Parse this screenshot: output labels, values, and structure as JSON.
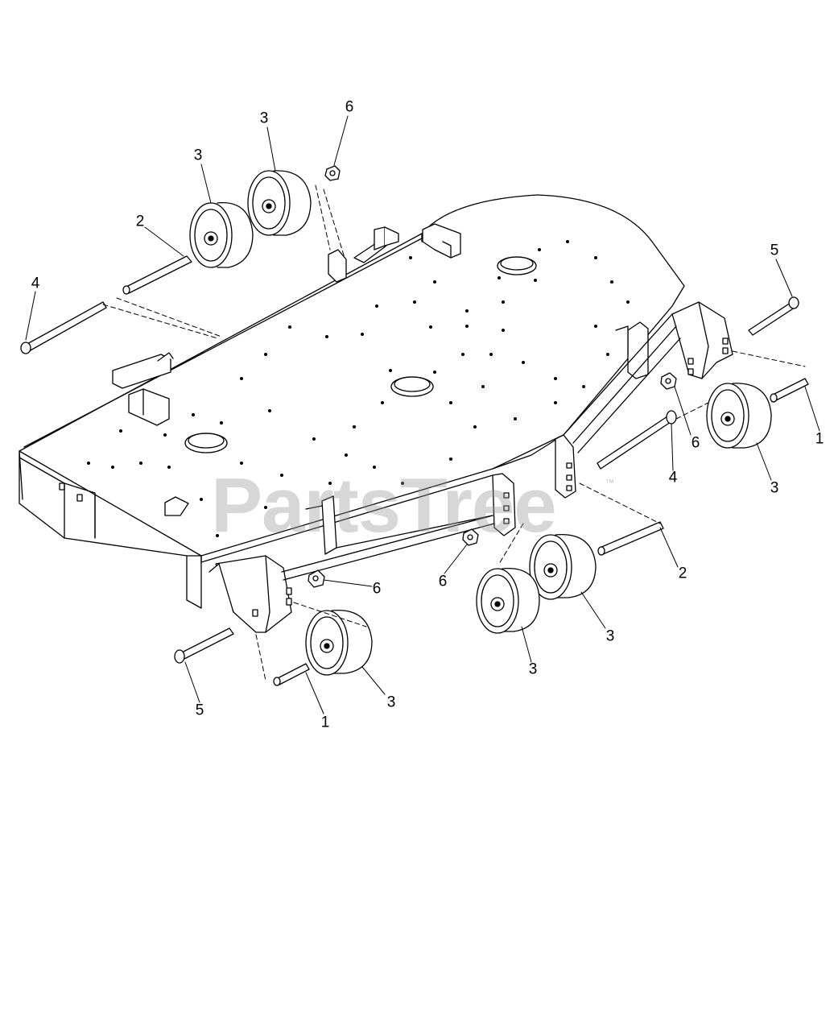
{
  "watermark": {
    "text": "PartsTree",
    "tm": "™",
    "color": "#9a9a9a"
  },
  "callouts": [
    {
      "id": "a",
      "label": "6"
    },
    {
      "id": "b",
      "label": "3"
    },
    {
      "id": "c",
      "label": "3"
    },
    {
      "id": "d",
      "label": "2"
    },
    {
      "id": "e",
      "label": "4"
    },
    {
      "id": "f",
      "label": "5"
    },
    {
      "id": "g",
      "label": "1"
    },
    {
      "id": "h",
      "label": "6"
    },
    {
      "id": "i",
      "label": "4"
    },
    {
      "id": "j",
      "label": "3"
    },
    {
      "id": "k",
      "label": "2"
    },
    {
      "id": "l",
      "label": "6"
    },
    {
      "id": "m",
      "label": "6"
    },
    {
      "id": "n",
      "label": "3"
    },
    {
      "id": "o",
      "label": "3"
    },
    {
      "id": "p",
      "label": "3"
    },
    {
      "id": "q",
      "label": "1"
    },
    {
      "id": "r",
      "label": "5"
    }
  ]
}
